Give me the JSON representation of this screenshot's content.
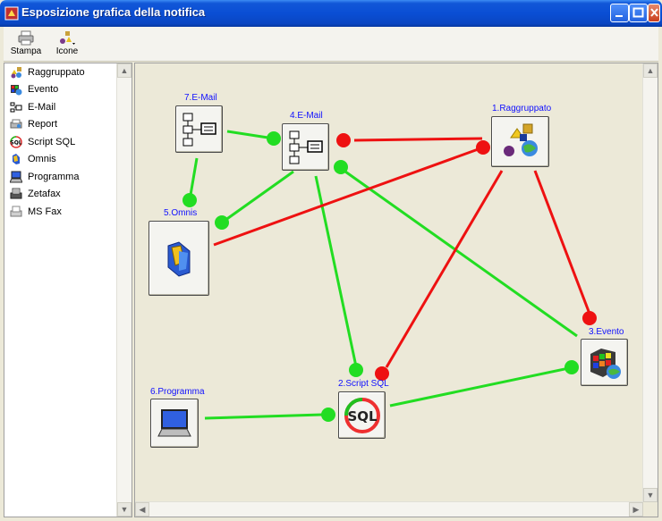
{
  "window": {
    "title": "Esposizione grafica della notifica"
  },
  "toolbar": {
    "print_label": "Stampa",
    "icons_label": "Icone"
  },
  "sidebar": {
    "items": [
      {
        "label": "Raggruppato",
        "icon": "group-icon"
      },
      {
        "label": "Evento",
        "icon": "event-icon"
      },
      {
        "label": "E-Mail",
        "icon": "email-icon"
      },
      {
        "label": "Report",
        "icon": "report-icon"
      },
      {
        "label": "Script SQL",
        "icon": "sql-icon"
      },
      {
        "label": "Omnis",
        "icon": "omnis-icon"
      },
      {
        "label": "Programma",
        "icon": "program-icon"
      },
      {
        "label": "Zetafax",
        "icon": "zetafax-icon"
      },
      {
        "label": "MS Fax",
        "icon": "fax-icon"
      }
    ]
  },
  "nodes": {
    "raggruppato": "1.Raggruppato",
    "script_sql": "2.Script SQL",
    "evento": "3.Evento",
    "email4": "4.E-Mail",
    "omnis": "5.Omnis",
    "programma": "6.Programma",
    "email7": "7.E-Mail"
  },
  "colors": {
    "link_ok": "#22dd22",
    "link_fail": "#ee1111",
    "label_blue": "#1010ff"
  }
}
